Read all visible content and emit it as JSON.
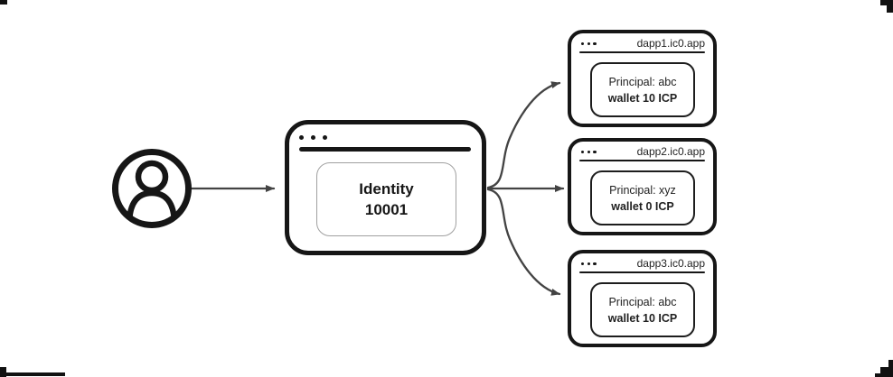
{
  "colors": {
    "ink": "#161616",
    "arrow": "#434343",
    "inner_card_border": "#a0a0a0",
    "text": "#1f1f1f"
  },
  "icons": {
    "user": "user-circle-icon",
    "window_controls": "window-dots-icon"
  },
  "identity_window": {
    "label": "Identity",
    "number": "10001"
  },
  "dapps": [
    {
      "url": "dapp1.ic0.app",
      "principal": "Principal: abc",
      "wallet": "wallet 10 ICP"
    },
    {
      "url": "dapp2.ic0.app",
      "principal": "Principal: xyz",
      "wallet": "wallet 0 ICP"
    },
    {
      "url": "dapp3.ic0.app",
      "principal": "Principal: abc",
      "wallet": "wallet 10 ICP"
    }
  ]
}
